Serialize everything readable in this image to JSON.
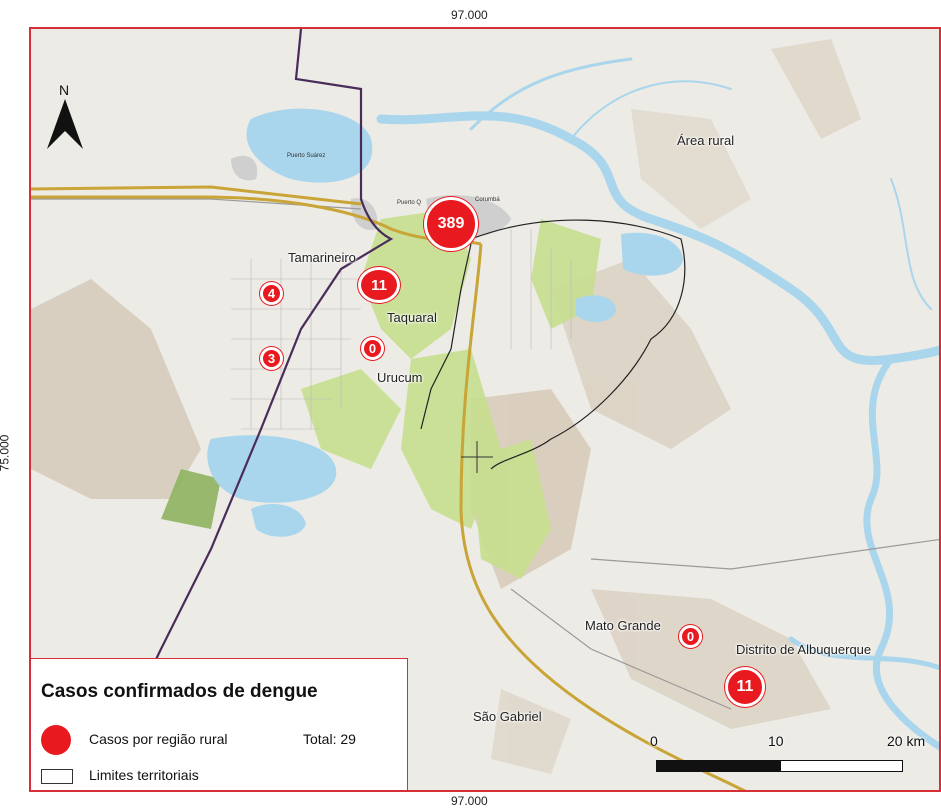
{
  "coordinates": {
    "top": "97.000",
    "bottom": "97.000",
    "left": "75.000"
  },
  "north_arrow": {
    "label": "N",
    "icon": "north-arrow-icon"
  },
  "places": {
    "area_rural": "Área rural",
    "tamarineiro": "Tamarineiro",
    "taquaral": "Taquaral",
    "urucum": "Urucum",
    "mato_grande": "Mato Grande",
    "distrito_albuquerque": "Distrito de Albuquerque",
    "sao_gabriel": "São Gabriel",
    "puerto_suarez": "Puerto Suárez",
    "puerto_quijarro": "Puerto Q",
    "corumba": "Corumbá"
  },
  "case_markers": [
    {
      "id": "corumba",
      "value": "389"
    },
    {
      "id": "tamarineiro",
      "value": "11"
    },
    {
      "id": "west-north",
      "value": "4"
    },
    {
      "id": "west-south",
      "value": "3"
    },
    {
      "id": "urucum",
      "value": "0"
    },
    {
      "id": "mato-grande",
      "value": "0"
    },
    {
      "id": "albuquerque",
      "value": "11"
    }
  ],
  "legend": {
    "title": "Casos confirmados de dengue",
    "cases_label": "Casos por região rural",
    "total_label": "Total: 29",
    "limits_label": "Limites territoriais"
  },
  "scale_bar": {
    "labels": [
      "0",
      "10",
      "20 km"
    ]
  },
  "colors": {
    "frame": "#d62f35",
    "marker": "#e8191f",
    "water": "#a9d6ec",
    "forest": "#c7df8e",
    "road": "#c9a436",
    "border": "#4a2c5a"
  }
}
